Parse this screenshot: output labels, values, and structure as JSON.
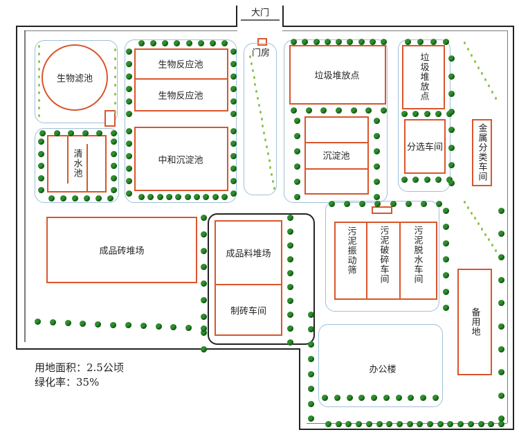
{
  "title": "厂区平面布置图",
  "gate": "大门",
  "gatehouse": "门房",
  "buildings": {
    "bio_filter": "生物滤池",
    "bio_reactor_1": "生物反应池",
    "bio_reactor_2": "生物反应池",
    "clear_water": "清水池",
    "neutralization": "中和沉淀池",
    "garbage_yard": "垃圾堆放点",
    "garbage_yard_2": "垃圾堆放点",
    "sedimentation": "沉淀池",
    "sorting": "分选车间",
    "metal_sorting": "金属分类车间",
    "brick_yard": "成品砖堆场",
    "material_yard": "成品料堆场",
    "brick_workshop": "制砖车间",
    "sludge_screen": "污泥振动筛",
    "sludge_crush": "污泥破碎车间",
    "sludge_dewater": "污泥脱水车间",
    "office": "办公楼",
    "reserve": "备用地"
  },
  "info": {
    "area": "用地面积：2.5公顷",
    "green_rate": "绿化率：35%"
  },
  "colors": {
    "building": "#d9552b",
    "tree": "#2e8b2e",
    "boundary": "#222222"
  }
}
